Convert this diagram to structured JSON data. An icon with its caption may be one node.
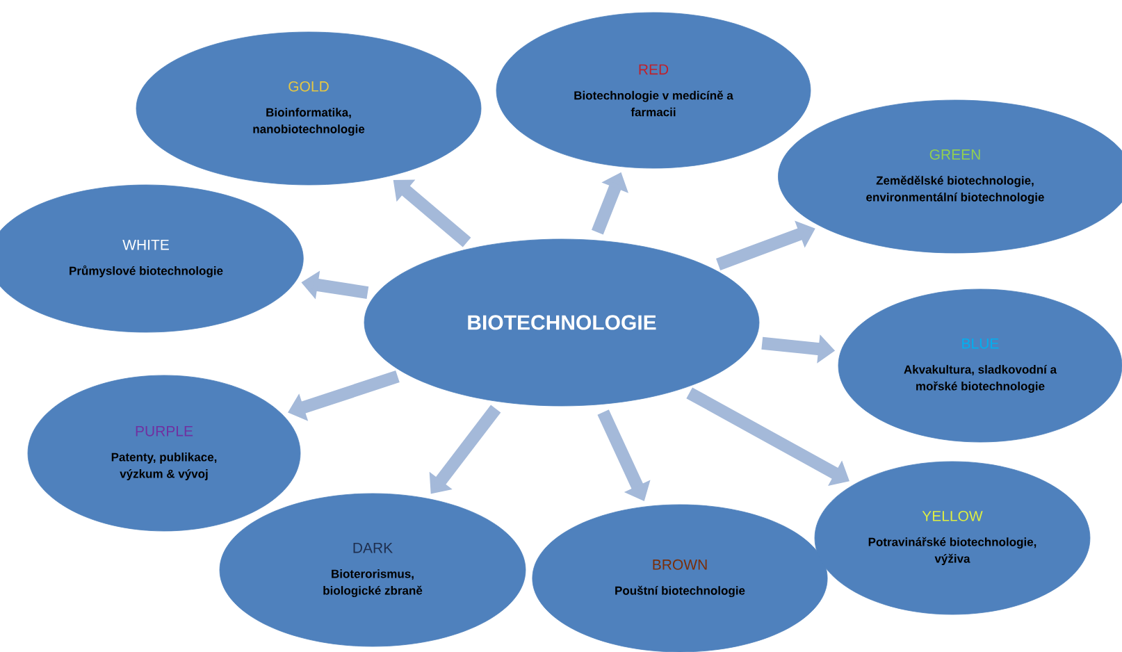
{
  "diagram": {
    "nodes": [
      {
        "text": [
          "BIOTECHNOLOGIE"
        ]
      },
      {
        "text": [
          "GOLD",
          "Bioinformatika, nanobiotechnologie"
        ]
      },
      {
        "text": [
          "RED",
          "Biotechnologie v medicíně a farmacii"
        ]
      },
      {
        "text": [
          "GREEN",
          "Zemědělské biotechnologie, environmentální biotechnologie"
        ]
      },
      {
        "text": [
          "WHITE",
          "Průmyslové biotechnologie"
        ]
      },
      {
        "text": [
          "BLUE",
          "Akvakultura, sladkovodní a mořské biotechnologie"
        ]
      },
      {
        "text": [
          "PURPLE",
          "Patenty, publikace, výzkum & vývoj"
        ]
      },
      {
        "text": [
          "DARK",
          "Bioterorismus, biologické zbraně"
        ]
      },
      {
        "text": [
          "BROWN",
          "Pouštní biotechnologie"
        ]
      },
      {
        "text": [
          "YELLOW",
          "Potravinářské  biotechnologie, výživa"
        ]
      }
    ],
    "edges": [
      {
        "from": 0,
        "to": 1,
        "arrow": "to"
      },
      {
        "from": 0,
        "to": 2,
        "arrow": "to"
      },
      {
        "from": 0,
        "to": 3,
        "arrow": "to"
      },
      {
        "from": 0,
        "to": 4,
        "arrow": "to"
      },
      {
        "from": 0,
        "to": 5,
        "arrow": "to"
      },
      {
        "from": 0,
        "to": 6,
        "arrow": "to"
      },
      {
        "from": 0,
        "to": 7,
        "arrow": "to"
      },
      {
        "from": 0,
        "to": 8,
        "arrow": "to"
      },
      {
        "from": 0,
        "to": 9,
        "arrow": "to"
      }
    ]
  }
}
